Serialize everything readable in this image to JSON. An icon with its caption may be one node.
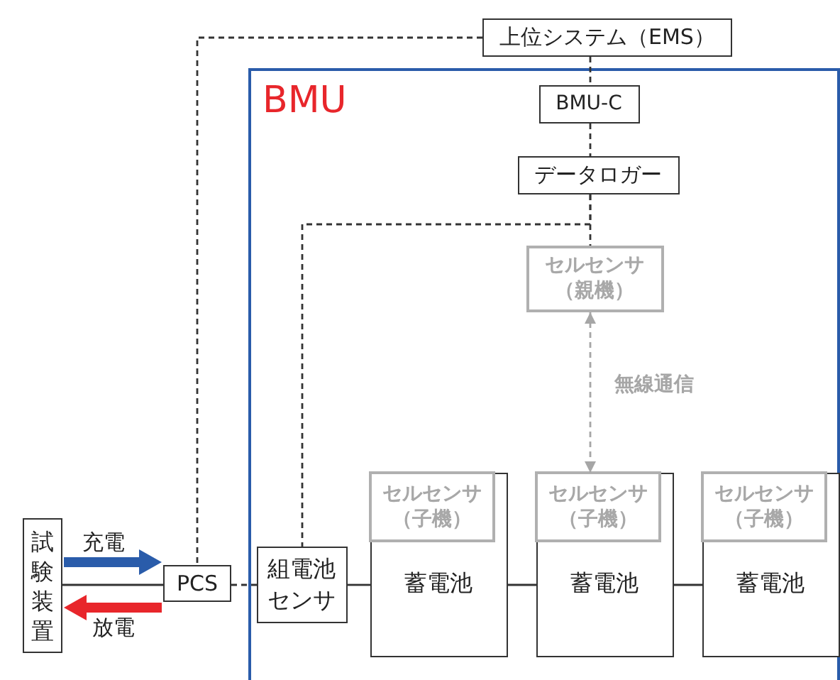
{
  "diagram": {
    "nodes": [
      {
        "text": [
          "上位システム（EMS）"
        ]
      },
      {
        "text": [
          "BMU"
        ]
      },
      {
        "text": [
          "BMU-C"
        ],
        "in": 1
      },
      {
        "text": [
          "データロガー"
        ],
        "in": 1
      },
      {
        "text": [
          "セルセンサ（親機）"
        ],
        "in": 1
      },
      {
        "text": [
          "試験装置"
        ]
      },
      {
        "text": [
          "PCS"
        ]
      },
      {
        "text": [
          "組電池センサ"
        ],
        "in": 1
      },
      {
        "text": [
          "蓄電池"
        ],
        "in": 1
      },
      {
        "text": [
          "セルセンサ（子機）"
        ],
        "in": 8
      },
      {
        "text": [
          "蓄電池"
        ],
        "in": 1
      },
      {
        "text": [
          "セルセンサ（子機）"
        ],
        "in": 10
      },
      {
        "text": [
          "蓄電池"
        ],
        "in": 1
      },
      {
        "text": [
          "セルセンサ（子機）"
        ],
        "in": 12
      }
    ],
    "edges": [
      {
        "from": 0,
        "to": 6,
        "arrow": "none",
        "style": "dashed"
      },
      {
        "from": 0,
        "to": 2,
        "arrow": "none",
        "style": "dashed"
      },
      {
        "from": 2,
        "to": 3,
        "arrow": "none",
        "style": "dashed"
      },
      {
        "from": 3,
        "to": 4,
        "arrow": "none",
        "style": "dashed"
      },
      {
        "from": 3,
        "to": 7,
        "arrow": "none",
        "style": "dashed"
      },
      {
        "from": 4,
        "to": 11,
        "arrow": "both",
        "style": "dashed",
        "color": "#a6a6a6",
        "label": "無線通信"
      },
      {
        "from": 5,
        "to": 6,
        "arrow": "none"
      },
      {
        "from": 5,
        "to": 6,
        "arrow": "to",
        "style": "thick",
        "color": "#2a5caa",
        "label": "充電"
      },
      {
        "from": 6,
        "to": 5,
        "arrow": "to",
        "style": "thick",
        "color": "#e8262b",
        "label": "放電"
      },
      {
        "from": 6,
        "to": 7,
        "arrow": "none",
        "style": "dashed"
      },
      {
        "from": 7,
        "to": 8,
        "arrow": "none"
      },
      {
        "from": 8,
        "to": 10,
        "arrow": "none"
      },
      {
        "from": 10,
        "to": 12,
        "arrow": "none"
      }
    ]
  }
}
